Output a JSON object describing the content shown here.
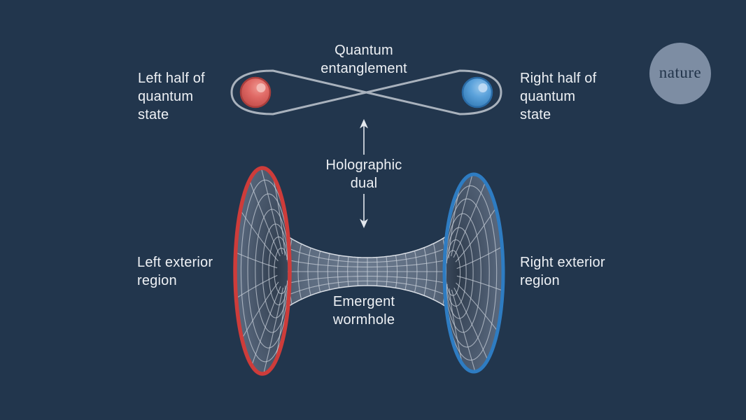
{
  "figure": {
    "labels": {
      "quantum_entanglement": "Quantum entanglement",
      "left_half": "Left half of quantum state",
      "right_half": "Right half of quantum state",
      "holographic_dual": "Holographic dual",
      "left_exterior": "Left exterior region",
      "emergent_wormhole": "Emergent wormhole",
      "right_exterior": "Right exterior region"
    },
    "colors": {
      "background": "#22364d",
      "text": "#eef1f5",
      "loop_stroke": "#a9b2bd",
      "mesh_stroke": "#c9d0d9",
      "funnel_edge": "#d9dee5",
      "arrow": "#e3e8ee",
      "left_particle": "#e06a66",
      "right_particle": "#5ba2db",
      "left_rim": "#ce3c3a",
      "right_rim": "#2e7cc2"
    }
  },
  "logo": {
    "text": "nature",
    "circle_color": "#7d8da3"
  }
}
